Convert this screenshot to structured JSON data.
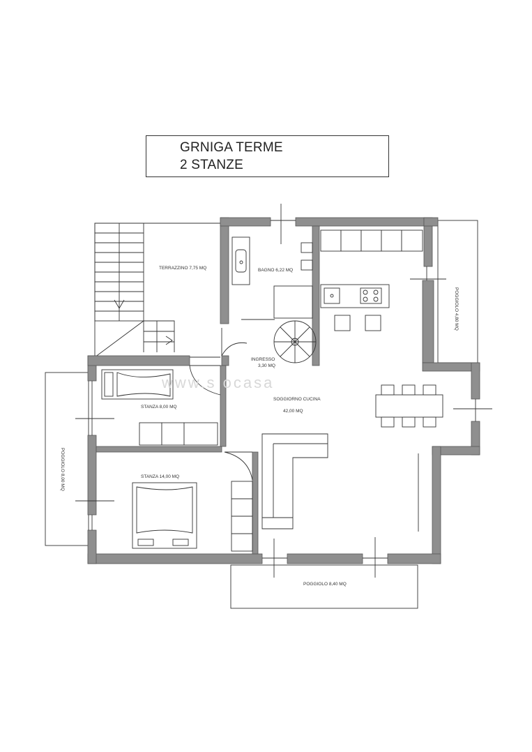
{
  "title": {
    "line1": "GRNIGA TERME",
    "line2": "2 STANZE"
  },
  "rooms": {
    "terrazzino": "TERRAZZINO 7,75 MQ",
    "bagno": "BAGNO 6,22 MQ",
    "ingresso_name": "INGRESSO",
    "ingresso_area": "3,30 MQ",
    "soggiorno_name": "SOGGIORNO CUCINA",
    "soggiorno_area": "42,00 MQ",
    "stanza_small": "STANZA 8,00 MQ",
    "stanza_large": "STANZA 14,00 MQ",
    "poggiolo_left": "POGGIOLO 8,00 MQ",
    "poggiolo_right": "POGGIOLO 4,80 MQ",
    "poggiolo_bottom": "POGGIOLO 8,40 MQ"
  },
  "watermark": "www.s    ocasa",
  "colors": {
    "wall": "#8f8f8f",
    "line": "#333333"
  }
}
